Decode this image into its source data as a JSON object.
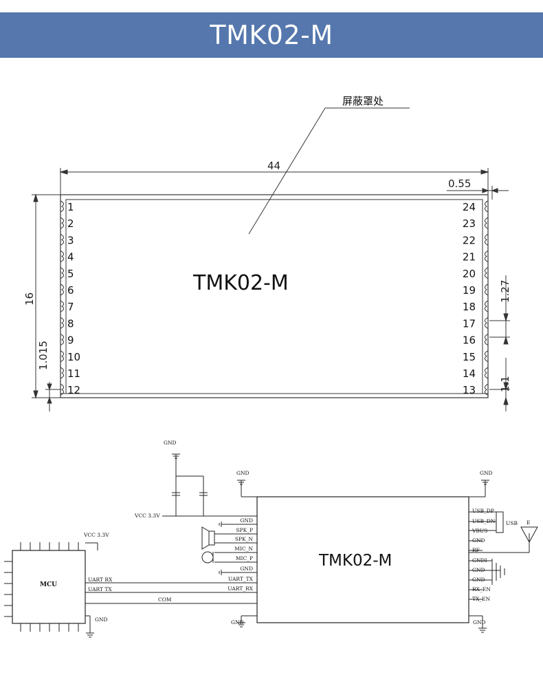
{
  "header": {
    "title": "TMK02-M"
  },
  "mechanical": {
    "shield_label": "屏蔽罩处",
    "module_name": "TMK02-M",
    "dim_width": "44",
    "dim_height": "16",
    "dim_edge": "0.55",
    "dim_pitch": "1.27",
    "dim_first_pin": "1.015",
    "dim_last_pin": "1.1",
    "left_pins": [
      "1",
      "2",
      "3",
      "4",
      "5",
      "6",
      "7",
      "8",
      "9",
      "10",
      "11",
      "12"
    ],
    "right_pins": [
      "24",
      "23",
      "22",
      "21",
      "20",
      "19",
      "18",
      "17",
      "16",
      "15",
      "14",
      "13"
    ]
  },
  "schematic": {
    "module_name": "TMK02-M",
    "mcu_label": "MCU",
    "vcc_left": "VCC 3.3V",
    "vcc_mcu": "VCC 3.3V",
    "gnd": "GND",
    "usb_label": "USB",
    "antenna_label": "E",
    "mcu_uart_rx": "UART RX",
    "mcu_uart_tx": "UART TX",
    "com": "COM",
    "left_pins": [
      "GND",
      "SPK_P",
      "SPK_N",
      "MIC_N",
      "MIC_P",
      "GND",
      "UART_TX",
      "UART_RX"
    ],
    "right_pins": [
      "USB_DP",
      "USB_DN",
      "VBUS",
      "GND",
      "RF",
      "GNDI",
      "GND",
      "GND",
      "RX_EN",
      "TX_EN"
    ]
  }
}
